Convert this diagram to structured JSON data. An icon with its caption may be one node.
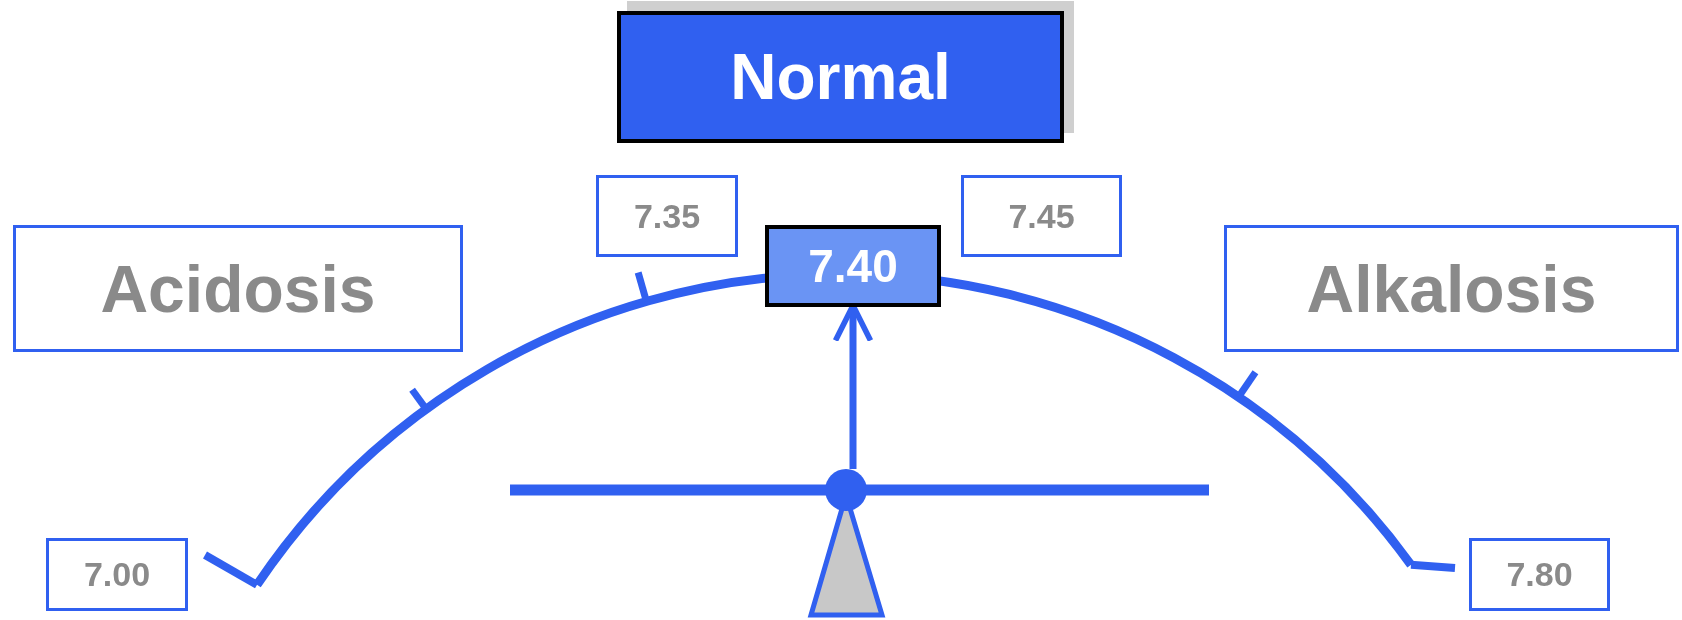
{
  "diagram": {
    "nodes": [
      {
        "text": [
          "Normal"
        ]
      },
      {
        "text": [
          "Acidosis"
        ]
      },
      {
        "text": [
          "7.35"
        ]
      },
      {
        "text": [
          "7.40"
        ]
      },
      {
        "text": [
          "7.45"
        ]
      },
      {
        "text": [
          "Alkalosis"
        ]
      },
      {
        "text": [
          "7.00"
        ]
      },
      {
        "text": [
          "7.80"
        ]
      },
      {
        "text": [],
        "shape": "circle"
      }
    ],
    "edges": [
      {
        "from": 8,
        "to": 3,
        "arrow": "to"
      }
    ]
  }
}
